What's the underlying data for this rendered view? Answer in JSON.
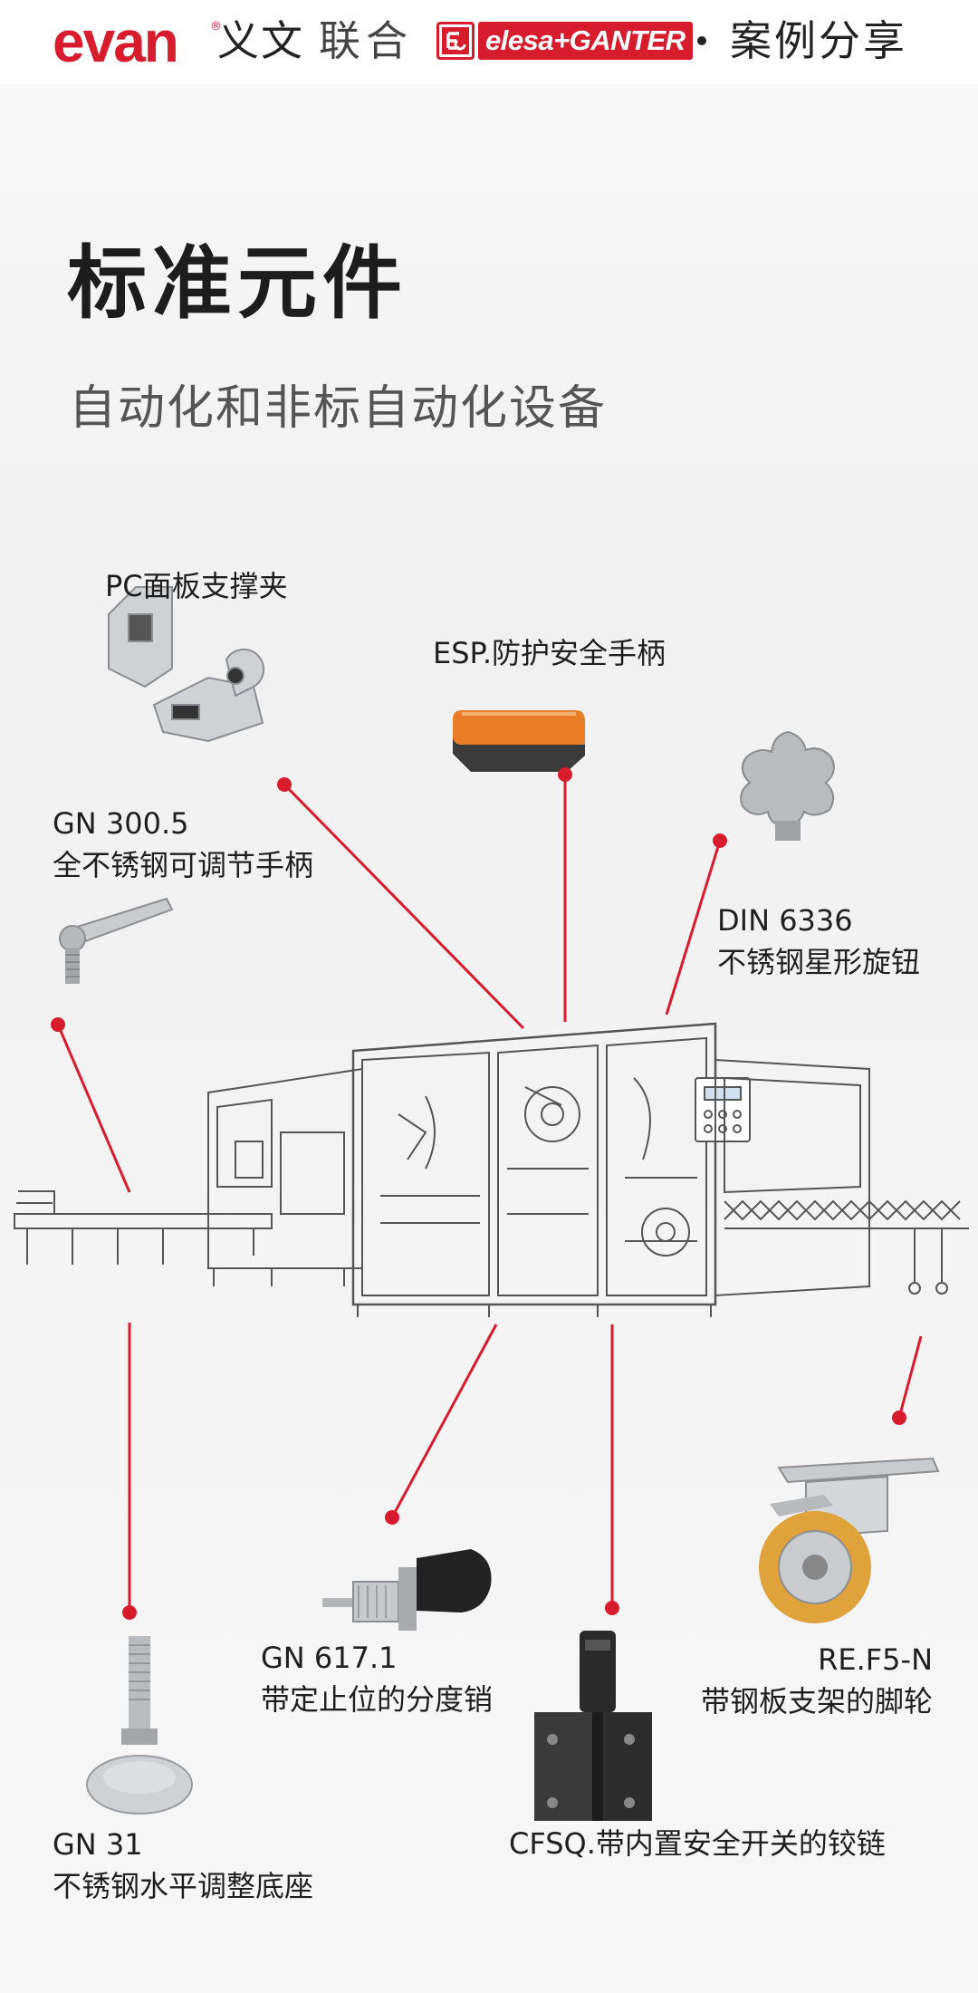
{
  "header": {
    "brand_evan": "evan",
    "brand_evan_reg": "®",
    "brand_evan_cn": "义文",
    "union": "联合",
    "brand_elesa": "elesa+GANTER",
    "case_share": "案例分享"
  },
  "title": "标准元件",
  "subtitle": "自动化和非标自动化设备",
  "products": [
    {
      "id": "pc-panel-clamp",
      "code": "",
      "desc": "PC面板支撑夹",
      "icon": "panel-clamp-icon"
    },
    {
      "id": "esp-handle",
      "code": "",
      "desc": "ESP.防护安全手柄",
      "icon": "safety-handle-icon"
    },
    {
      "id": "gn-300-5",
      "code": "GN 300.5",
      "desc": "全不锈钢可调节手柄",
      "icon": "adjustable-handle-icon"
    },
    {
      "id": "din-6336",
      "code": "DIN 6336",
      "desc": "不锈钢星形旋钮",
      "icon": "star-knob-icon"
    },
    {
      "id": "gn-617-1",
      "code": "GN 617.1",
      "desc": "带定止位的分度销",
      "icon": "indexing-plunger-icon"
    },
    {
      "id": "re-f5-n",
      "code": "RE.F5-N",
      "desc": "带钢板支架的脚轮",
      "icon": "caster-wheel-icon"
    },
    {
      "id": "cfsq-hinge",
      "code": "",
      "desc": "CFSQ.带内置安全开关的铰链",
      "icon": "safety-hinge-icon"
    },
    {
      "id": "gn-31",
      "code": "GN 31",
      "desc": "不锈钢水平调整底座",
      "icon": "leveling-foot-icon"
    }
  ],
  "illustration": {
    "icon": "packaging-machine-illustration"
  },
  "colors": {
    "accent": "#d71c2e",
    "text": "#1f1f1f",
    "subtitle": "#555555",
    "line": "#333333"
  }
}
